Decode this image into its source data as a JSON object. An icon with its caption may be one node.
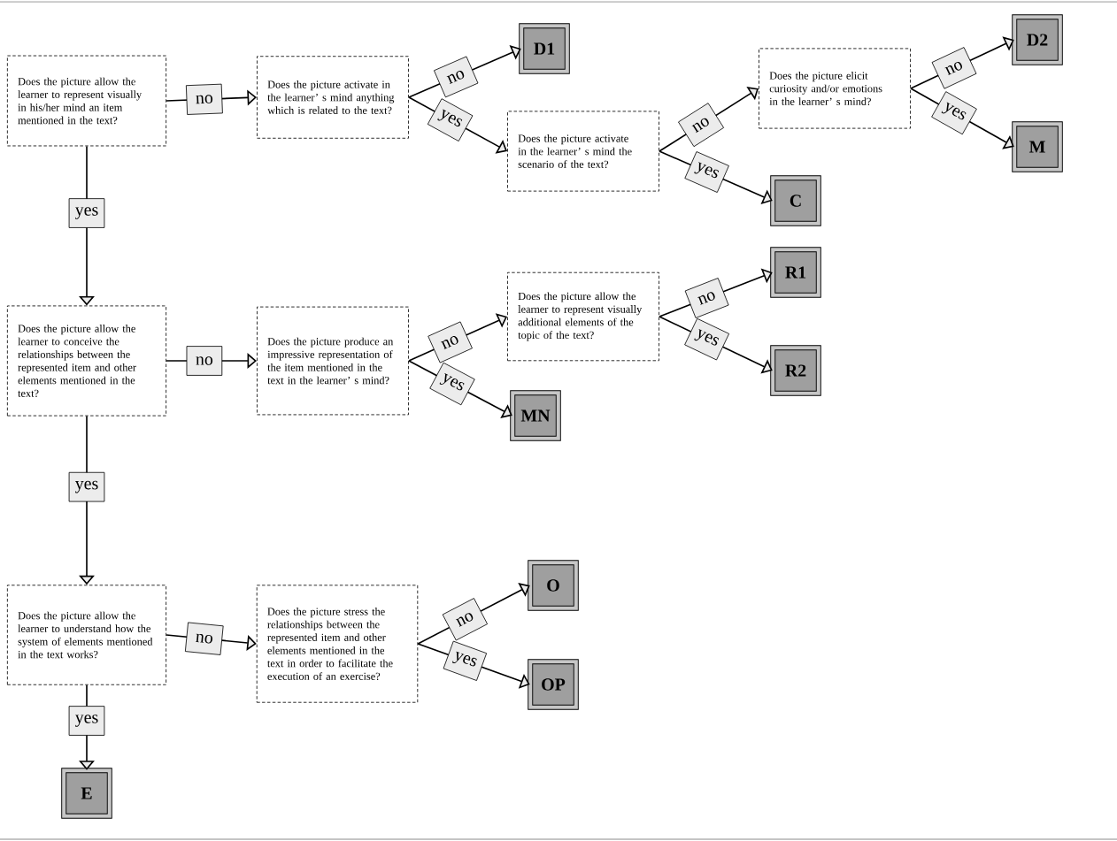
{
  "diagram": {
    "nodes": [
      {
        "text": [
          "Does the picture allow the learner to represent visually in his/her mind an item mentioned in the text?"
        ]
      },
      {
        "text": [
          "Does the picture activate in the learner’ s mind anything which is related to the text?"
        ]
      },
      {
        "text": [
          "D1"
        ]
      },
      {
        "text": [
          "Does the picture activate in the learner’ s mind the scenario of the text?"
        ]
      },
      {
        "text": [
          "Does the picture elicit curiosity and/or emotions in the learner’ s mind?"
        ]
      },
      {
        "text": [
          "D2"
        ]
      },
      {
        "text": [
          "M"
        ]
      },
      {
        "text": [
          "C"
        ]
      },
      {
        "text": [
          "Does the picture allow the learner to conceive the relationships between the represented item and other elements mentioned in the text?"
        ]
      },
      {
        "text": [
          "Does the picture produce an impressive representation of the item mentioned in the text in the learner’ s mind?"
        ]
      },
      {
        "text": [
          "Does the picture allow the learner to represent visually additional elements of the topic of the text?"
        ]
      },
      {
        "text": [
          "R1"
        ]
      },
      {
        "text": [
          "R2"
        ]
      },
      {
        "text": [
          "MN"
        ]
      },
      {
        "text": [
          "Does the picture allow the learner to understand how the system of elements mentioned in the text works?"
        ]
      },
      {
        "text": [
          "Does the picture stress the relationships between the represented item and other elements mentioned in the text in order to facilitate the execution of an exercise?"
        ]
      },
      {
        "text": [
          "O"
        ]
      },
      {
        "text": [
          "OP"
        ]
      },
      {
        "text": [
          "E"
        ]
      }
    ],
    "edges": [
      {
        "from": 0,
        "to": 1,
        "arrow": "to",
        "label": "no"
      },
      {
        "from": 0,
        "to": 8,
        "arrow": "to",
        "label": "yes"
      },
      {
        "from": 1,
        "to": 2,
        "arrow": "to",
        "label": "no"
      },
      {
        "from": 1,
        "to": 3,
        "arrow": "to",
        "label": "yes"
      },
      {
        "from": 3,
        "to": 4,
        "arrow": "to",
        "label": "no"
      },
      {
        "from": 3,
        "to": 7,
        "arrow": "to",
        "label": "yes"
      },
      {
        "from": 4,
        "to": 5,
        "arrow": "to",
        "label": "no"
      },
      {
        "from": 4,
        "to": 6,
        "arrow": "to",
        "label": "yes"
      },
      {
        "from": 8,
        "to": 9,
        "arrow": "to",
        "label": "no"
      },
      {
        "from": 8,
        "to": 14,
        "arrow": "to",
        "label": "yes"
      },
      {
        "from": 9,
        "to": 10,
        "arrow": "to",
        "label": "no"
      },
      {
        "from": 9,
        "to": 13,
        "arrow": "to",
        "label": "yes"
      },
      {
        "from": 10,
        "to": 11,
        "arrow": "to",
        "label": "no"
      },
      {
        "from": 10,
        "to": 12,
        "arrow": "to",
        "label": "yes"
      },
      {
        "from": 14,
        "to": 15,
        "arrow": "to",
        "label": "no"
      },
      {
        "from": 14,
        "to": 18,
        "arrow": "to",
        "label": "yes"
      },
      {
        "from": 15,
        "to": 16,
        "arrow": "to",
        "label": "no"
      },
      {
        "from": 15,
        "to": 17,
        "arrow": "to",
        "label": "yes"
      }
    ]
  }
}
